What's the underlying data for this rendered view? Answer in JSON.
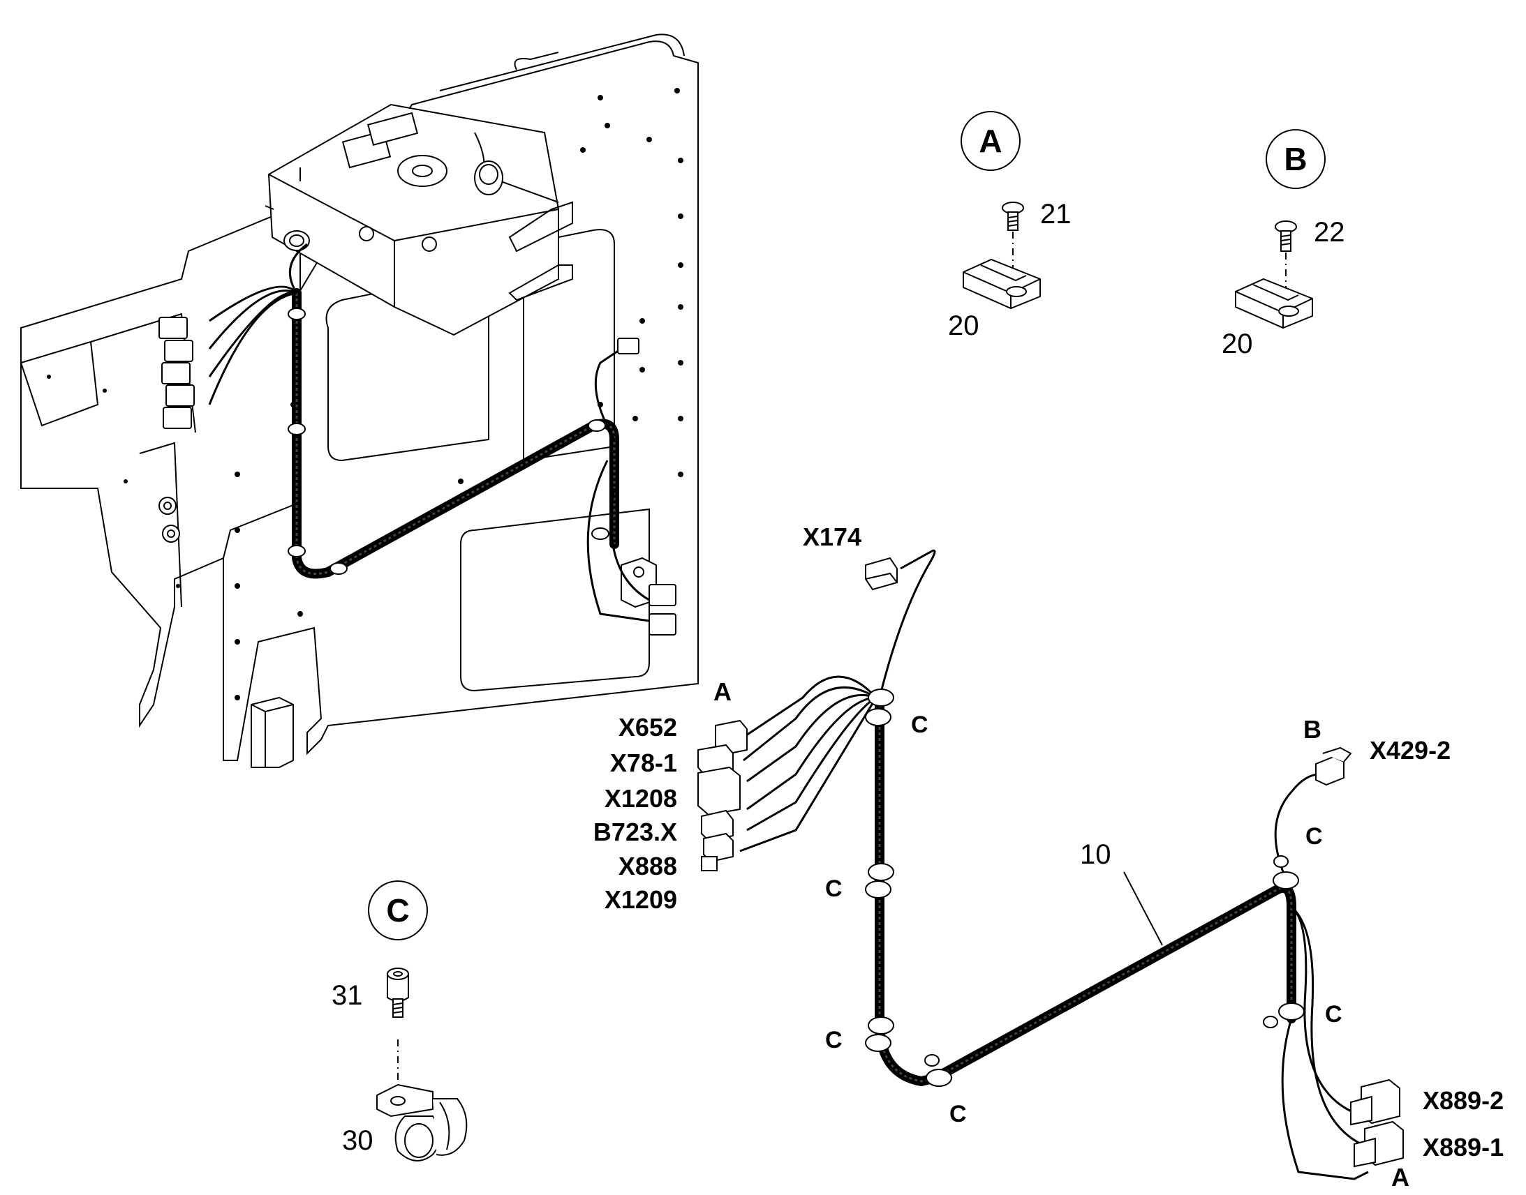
{
  "callouts": {
    "A": "A",
    "B": "B",
    "C": "C"
  },
  "detail_a": {
    "screw_num": "21",
    "clip_num": "20"
  },
  "detail_b": {
    "screw_num": "22",
    "clip_num": "20"
  },
  "detail_c": {
    "screw_num": "31",
    "clamp_num": "30"
  },
  "harness": {
    "part_num": "10",
    "connector_x174": "X174",
    "group_a_letter": "A",
    "connectors_a": [
      "X652",
      "X78-1",
      "X1208",
      "B723.X",
      "X888",
      "X1209"
    ],
    "group_b_letter": "B",
    "connector_b": "X429-2",
    "connectors_end": [
      "X889-2",
      "X889-1"
    ],
    "end_letter": "A",
    "clamp_letter": "C"
  }
}
